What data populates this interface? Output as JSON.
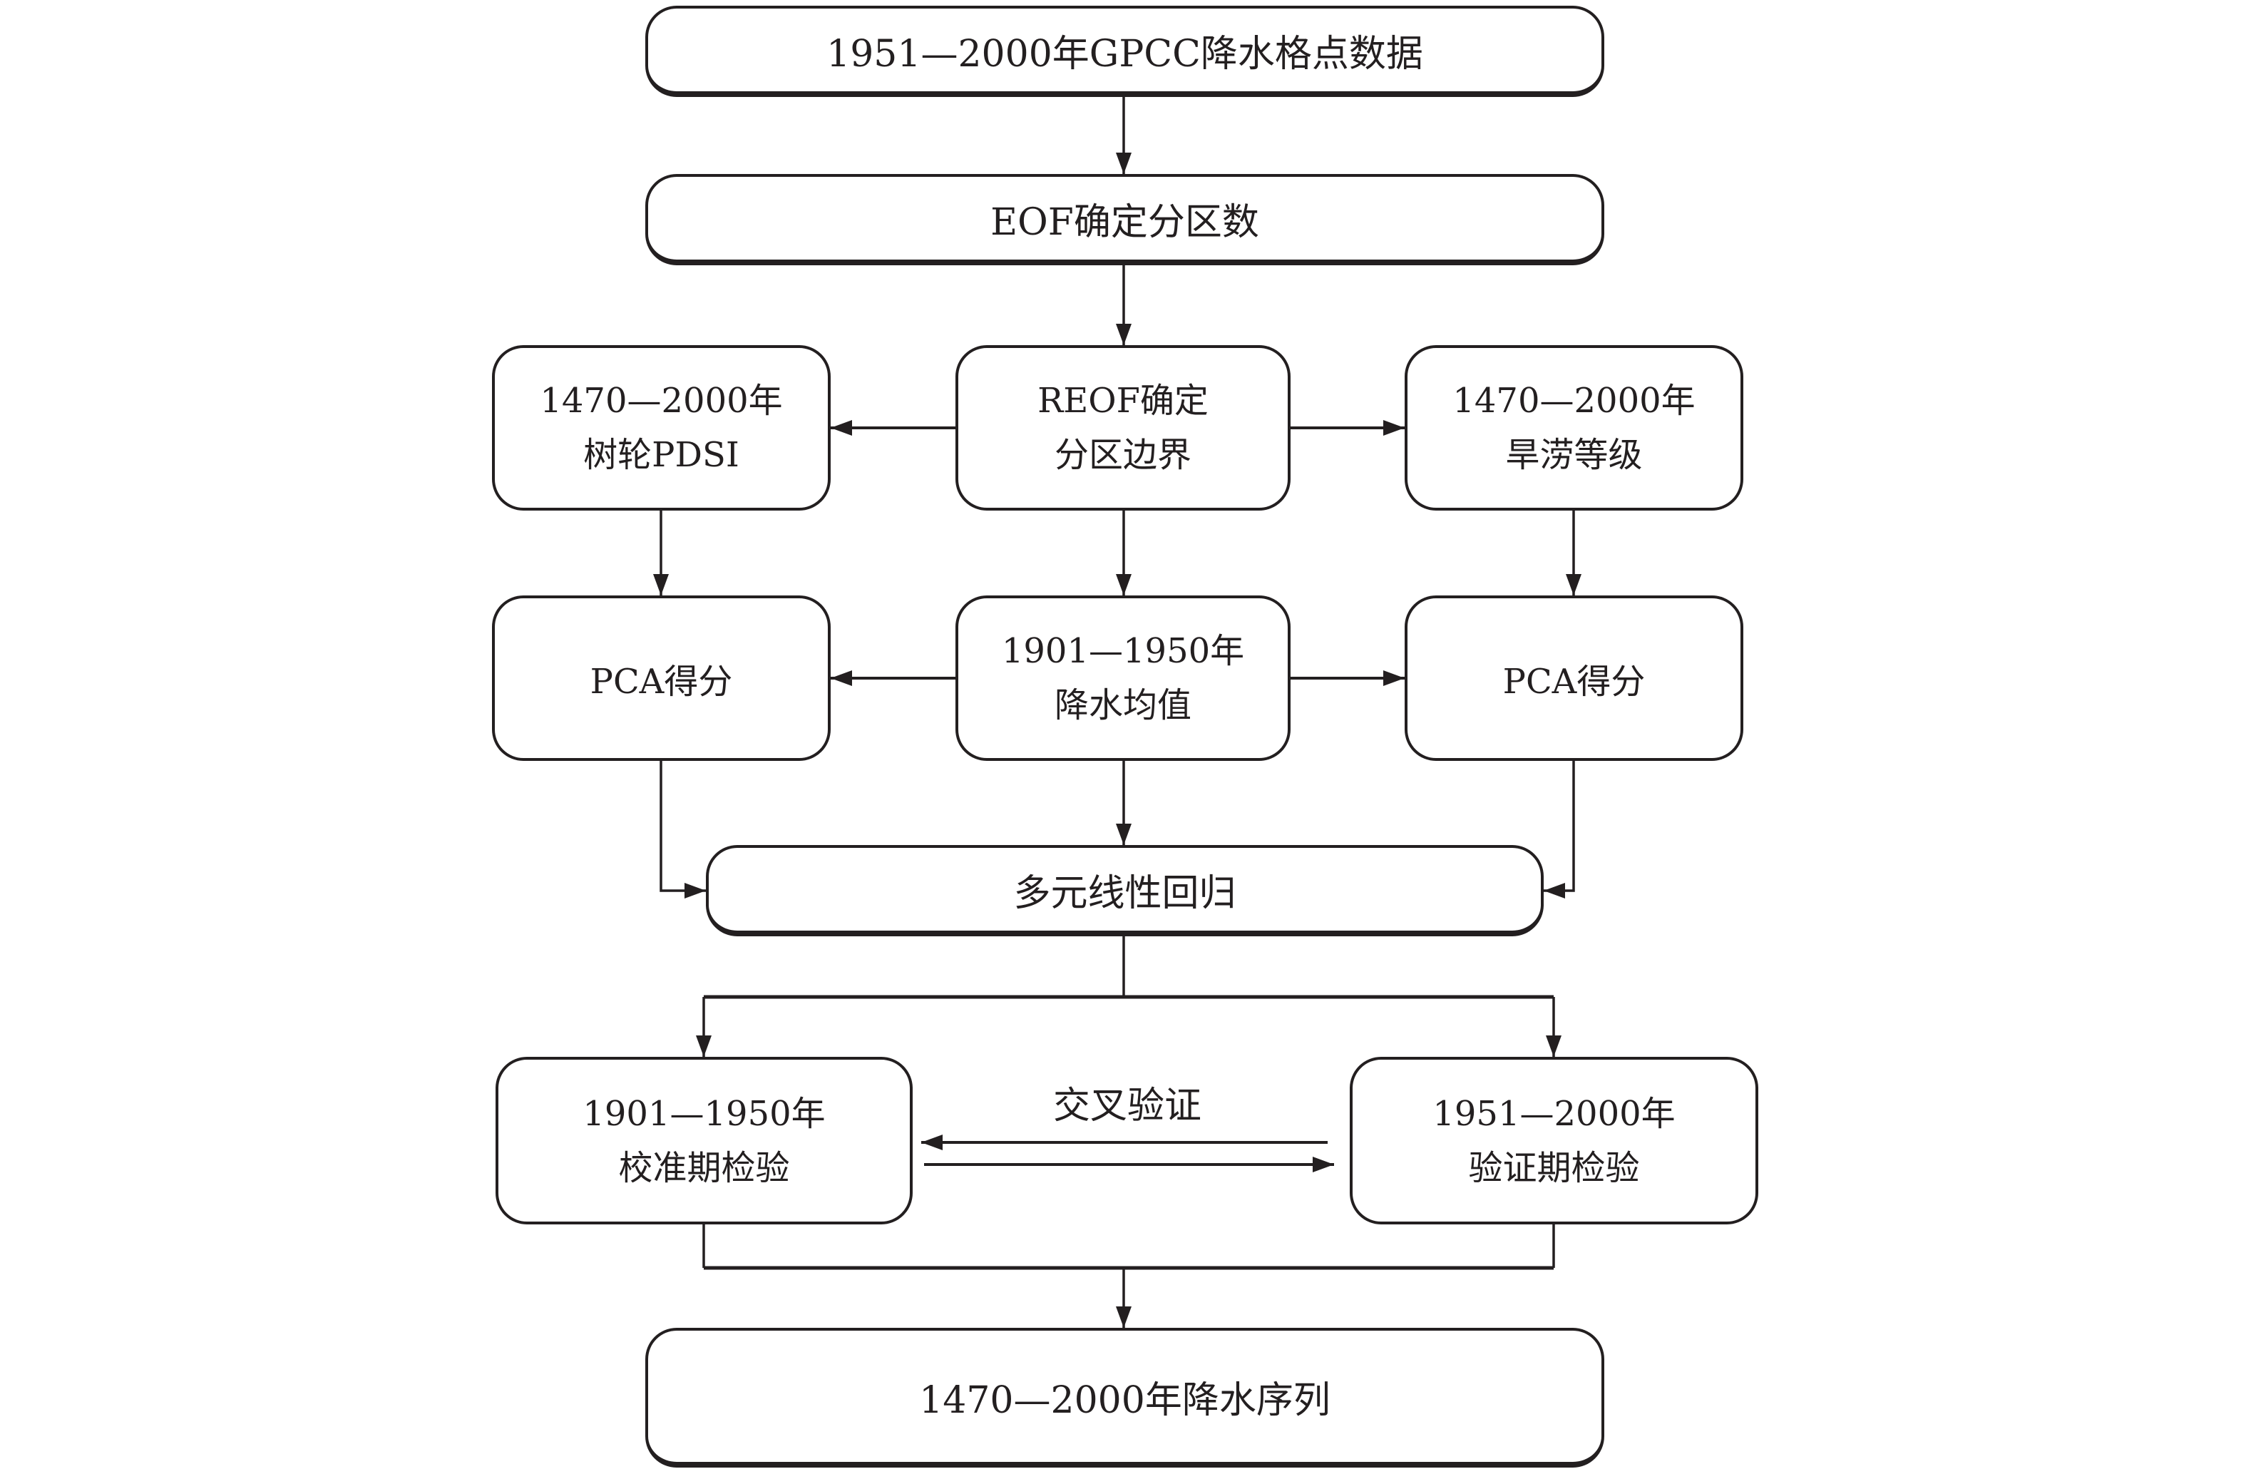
{
  "figure": {
    "background": "#ffffff",
    "line_color": "#231f20",
    "nodes": {
      "gpcc": {
        "text": "1951—2000年GPCC降水格点数据"
      },
      "eof": {
        "text": "EOF确定分区数"
      },
      "pdsi": {
        "line1": "1470—2000年",
        "line2": "树轮PDSI"
      },
      "reof": {
        "line1": "REOF确定",
        "line2": "分区边界"
      },
      "drought_grade": {
        "line1": "1470—2000年",
        "line2": "旱涝等级"
      },
      "pca_left": {
        "text": "PCA得分"
      },
      "precip_mean": {
        "line1": "1901—1950年",
        "line2": "降水均值"
      },
      "pca_right": {
        "text": "PCA得分"
      },
      "regression": {
        "text": "多元线性回归"
      },
      "calibration": {
        "line1": "1901—1950年",
        "line2": "校准期检验"
      },
      "verification": {
        "line1": "1951—2000年",
        "line2": "验证期检验"
      },
      "precip_series": {
        "text": "1470—2000年降水序列"
      }
    },
    "labels": {
      "cross_validation": "交叉验证"
    }
  }
}
